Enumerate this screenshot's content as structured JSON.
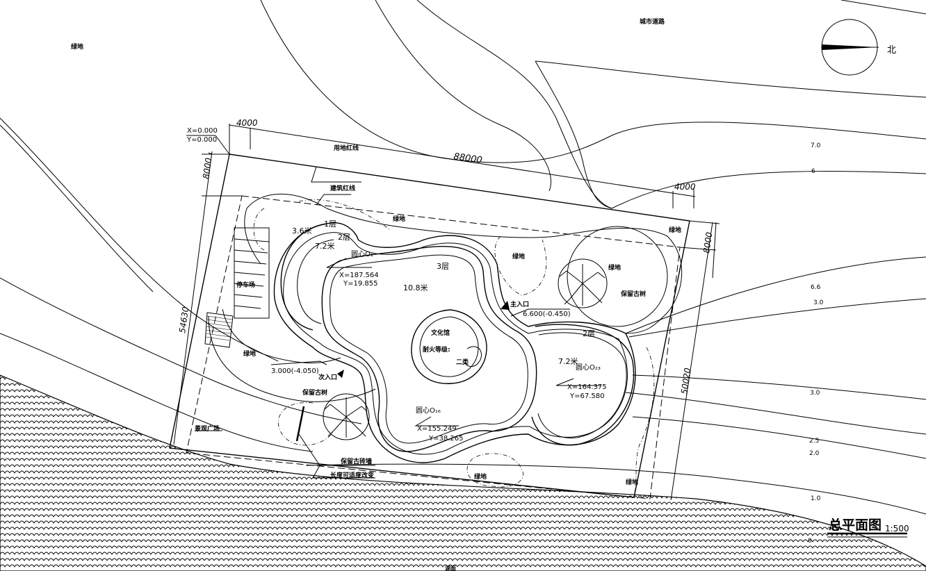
{
  "labels": {
    "city_road": "城市道路",
    "green_topleft": "绿地",
    "north": "北",
    "origin_x": "X=0.000",
    "origin_y": "Y=0.000",
    "dim_4000_top": "4000",
    "dim_88000": "88000",
    "dim_8000_left": "8000",
    "dim_4000_right": "4000",
    "dim_8000_right": "8000",
    "dim_54630": "54630",
    "dim_50020": "50020",
    "land_red_line": "用地红线",
    "building_red_line": "建筑红线",
    "green_top": "绿地",
    "green_mid": "绿地",
    "green_right_top": "绿地",
    "green_circle": "绿地",
    "keep_tree_right": "保留古树",
    "floor1": "1层",
    "h_3_6": "3.6米",
    "floor2_left": "2层",
    "h_7_2_left": "7.2米",
    "center_o1": "圆心O₁",
    "o1_x": "X=187.564",
    "o1_y": "Y=19.855",
    "floor3": "3层",
    "h_10_8": "10.8米",
    "culture_hall": "文化馆",
    "fire_rating": "耐火等级:",
    "fire_class": "二类",
    "main_entrance": "主入口",
    "main_elev": "6.600(-0.450)",
    "floor2_right": "2层",
    "h_7_2_right": "7.2米",
    "center_o23": "圆心O₂₃",
    "o23_x": "X=164.375",
    "o23_y": "Y=67.580",
    "parking": "停车场",
    "green_left": "绿地",
    "sec_elev": "3.000(-4.050)",
    "sec_entrance": "次入口",
    "keep_tree_left": "保留古树",
    "landscape_square": "景观广场",
    "center_o16": "圆心O₁₆",
    "o16_x": "X=155.249",
    "o16_y": "Y=38.265",
    "keep_wall": "保留古砖墙",
    "wall_note": "长度可适度改变",
    "green_bottom": "绿地",
    "green_bottom_right": "绿地",
    "c_7_0": "7.0",
    "c_6": "6",
    "c_6_6": "6.6",
    "c_3_0a": "3.0",
    "c_3_0b": "3.0",
    "c_2_5": "2.5",
    "c_2_0": "2.0",
    "c_1_0": "1.0",
    "c_0": "0",
    "lake": "湖面",
    "title": "总平面图",
    "scale": "1:500"
  }
}
